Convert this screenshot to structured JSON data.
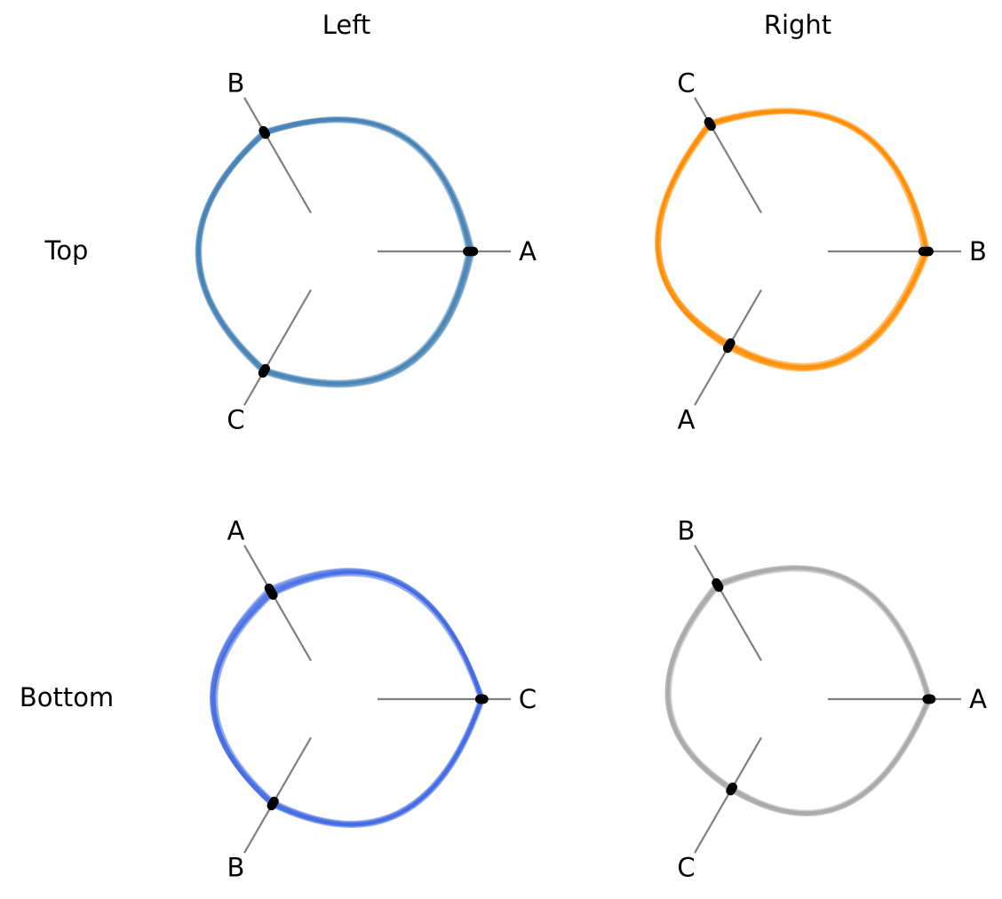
{
  "figure": {
    "col_headers": [
      "Left",
      "Right"
    ],
    "row_headers": [
      "Top",
      "Bottom"
    ]
  },
  "chart_data": [
    {
      "type": "line",
      "panel": "Top-Left",
      "row": "Top",
      "col": "Left",
      "axes": [
        "A",
        "B",
        "C"
      ],
      "axis_range": [
        0,
        1
      ],
      "color": "#4682b4",
      "series": [
        {
          "values": [
            0.88,
            0.89,
            0.89
          ]
        },
        {
          "values": [
            0.9,
            0.9,
            0.9
          ]
        },
        {
          "values": [
            0.91,
            0.89,
            0.91
          ]
        },
        {
          "values": [
            0.92,
            0.91,
            0.92
          ]
        },
        {
          "values": [
            0.93,
            0.9,
            0.93
          ]
        },
        {
          "values": [
            0.94,
            0.92,
            0.94
          ]
        },
        {
          "values": [
            0.89,
            0.93,
            0.92
          ]
        },
        {
          "values": [
            0.91,
            0.92,
            0.9
          ]
        }
      ]
    },
    {
      "type": "line",
      "panel": "Top-Right",
      "row": "Top",
      "col": "Right",
      "axes": [
        "B",
        "C",
        "A"
      ],
      "axis_range": [
        0,
        1
      ],
      "color": "#ff8c00",
      "series": [
        {
          "values": [
            0.93,
            1.0,
            0.6
          ]
        },
        {
          "values": [
            0.95,
            1.02,
            0.62
          ]
        },
        {
          "values": [
            0.96,
            1.01,
            0.63
          ]
        },
        {
          "values": [
            0.97,
            0.98,
            0.61
          ]
        },
        {
          "values": [
            0.98,
            1.03,
            0.64
          ]
        },
        {
          "values": [
            0.99,
            0.99,
            0.66
          ]
        },
        {
          "values": [
            0.97,
            1.0,
            0.65
          ]
        },
        {
          "values": [
            0.96,
            1.02,
            0.62
          ]
        }
      ]
    },
    {
      "type": "line",
      "panel": "Bottom-Left",
      "row": "Bottom",
      "col": "Left",
      "axes": [
        "C",
        "A",
        "B"
      ],
      "axis_range": [
        0,
        1
      ],
      "color": "#4169e1",
      "series": [
        {
          "values": [
            1.0,
            0.74,
            0.72
          ]
        },
        {
          "values": [
            1.02,
            0.76,
            0.74
          ]
        },
        {
          "values": [
            1.01,
            0.78,
            0.73
          ]
        },
        {
          "values": [
            1.03,
            0.8,
            0.76
          ]
        },
        {
          "values": [
            1.04,
            0.75,
            0.77
          ]
        },
        {
          "values": [
            1.02,
            0.82,
            0.75
          ]
        },
        {
          "values": [
            1.03,
            0.77,
            0.74
          ]
        },
        {
          "values": [
            1.01,
            0.79,
            0.76
          ]
        }
      ]
    },
    {
      "type": "line",
      "panel": "Bottom-Right",
      "row": "Bottom",
      "col": "Right",
      "axes": [
        "A",
        "B",
        "C"
      ],
      "axis_range": [
        0,
        1
      ],
      "color": "#a9a9a9",
      "series": [
        {
          "values": [
            0.97,
            0.83,
            0.56
          ]
        },
        {
          "values": [
            0.98,
            0.85,
            0.58
          ]
        },
        {
          "values": [
            0.99,
            0.86,
            0.57
          ]
        },
        {
          "values": [
            1.0,
            0.84,
            0.59
          ]
        },
        {
          "values": [
            1.01,
            0.87,
            0.6
          ]
        },
        {
          "values": [
            0.98,
            0.88,
            0.58
          ]
        },
        {
          "values": [
            1.0,
            0.85,
            0.57
          ]
        },
        {
          "values": [
            0.99,
            0.86,
            0.6
          ]
        }
      ]
    }
  ]
}
